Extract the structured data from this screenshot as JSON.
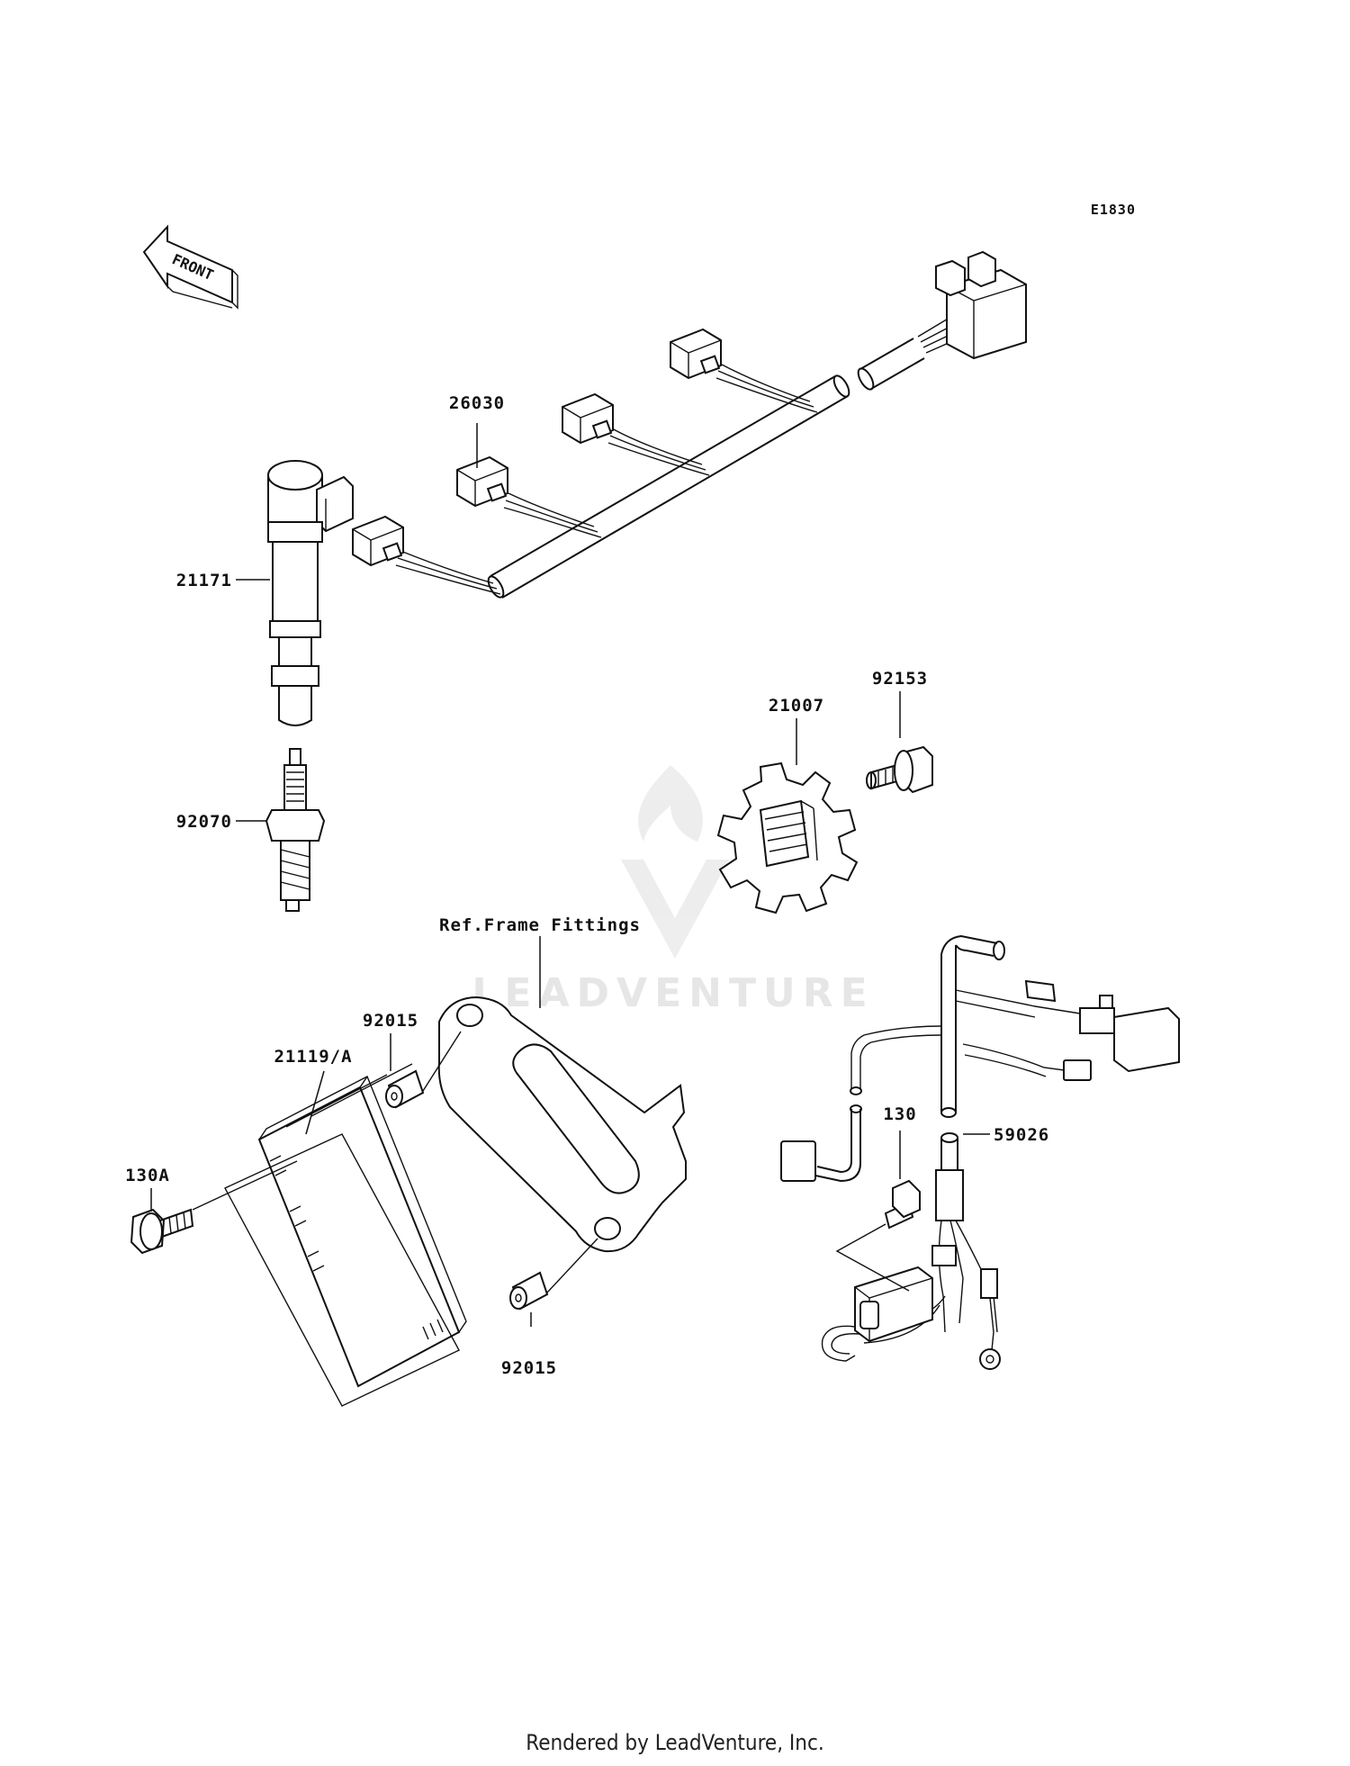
{
  "diagram_code": "E1830",
  "front_arrow_label": "FRONT",
  "reference_note": "Ref.Frame Fittings",
  "watermark": "LEADVENTURE",
  "footer": "Rendered by LeadVenture, Inc.",
  "parts": {
    "p26030": "26030",
    "p21171": "21171",
    "p92070": "92070",
    "p21007": "21007",
    "p92153": "92153",
    "p92015_top": "92015",
    "p21119a": "21119/A",
    "p130a": "130A",
    "p92015_bottom": "92015",
    "p130": "130",
    "p59026": "59026"
  }
}
